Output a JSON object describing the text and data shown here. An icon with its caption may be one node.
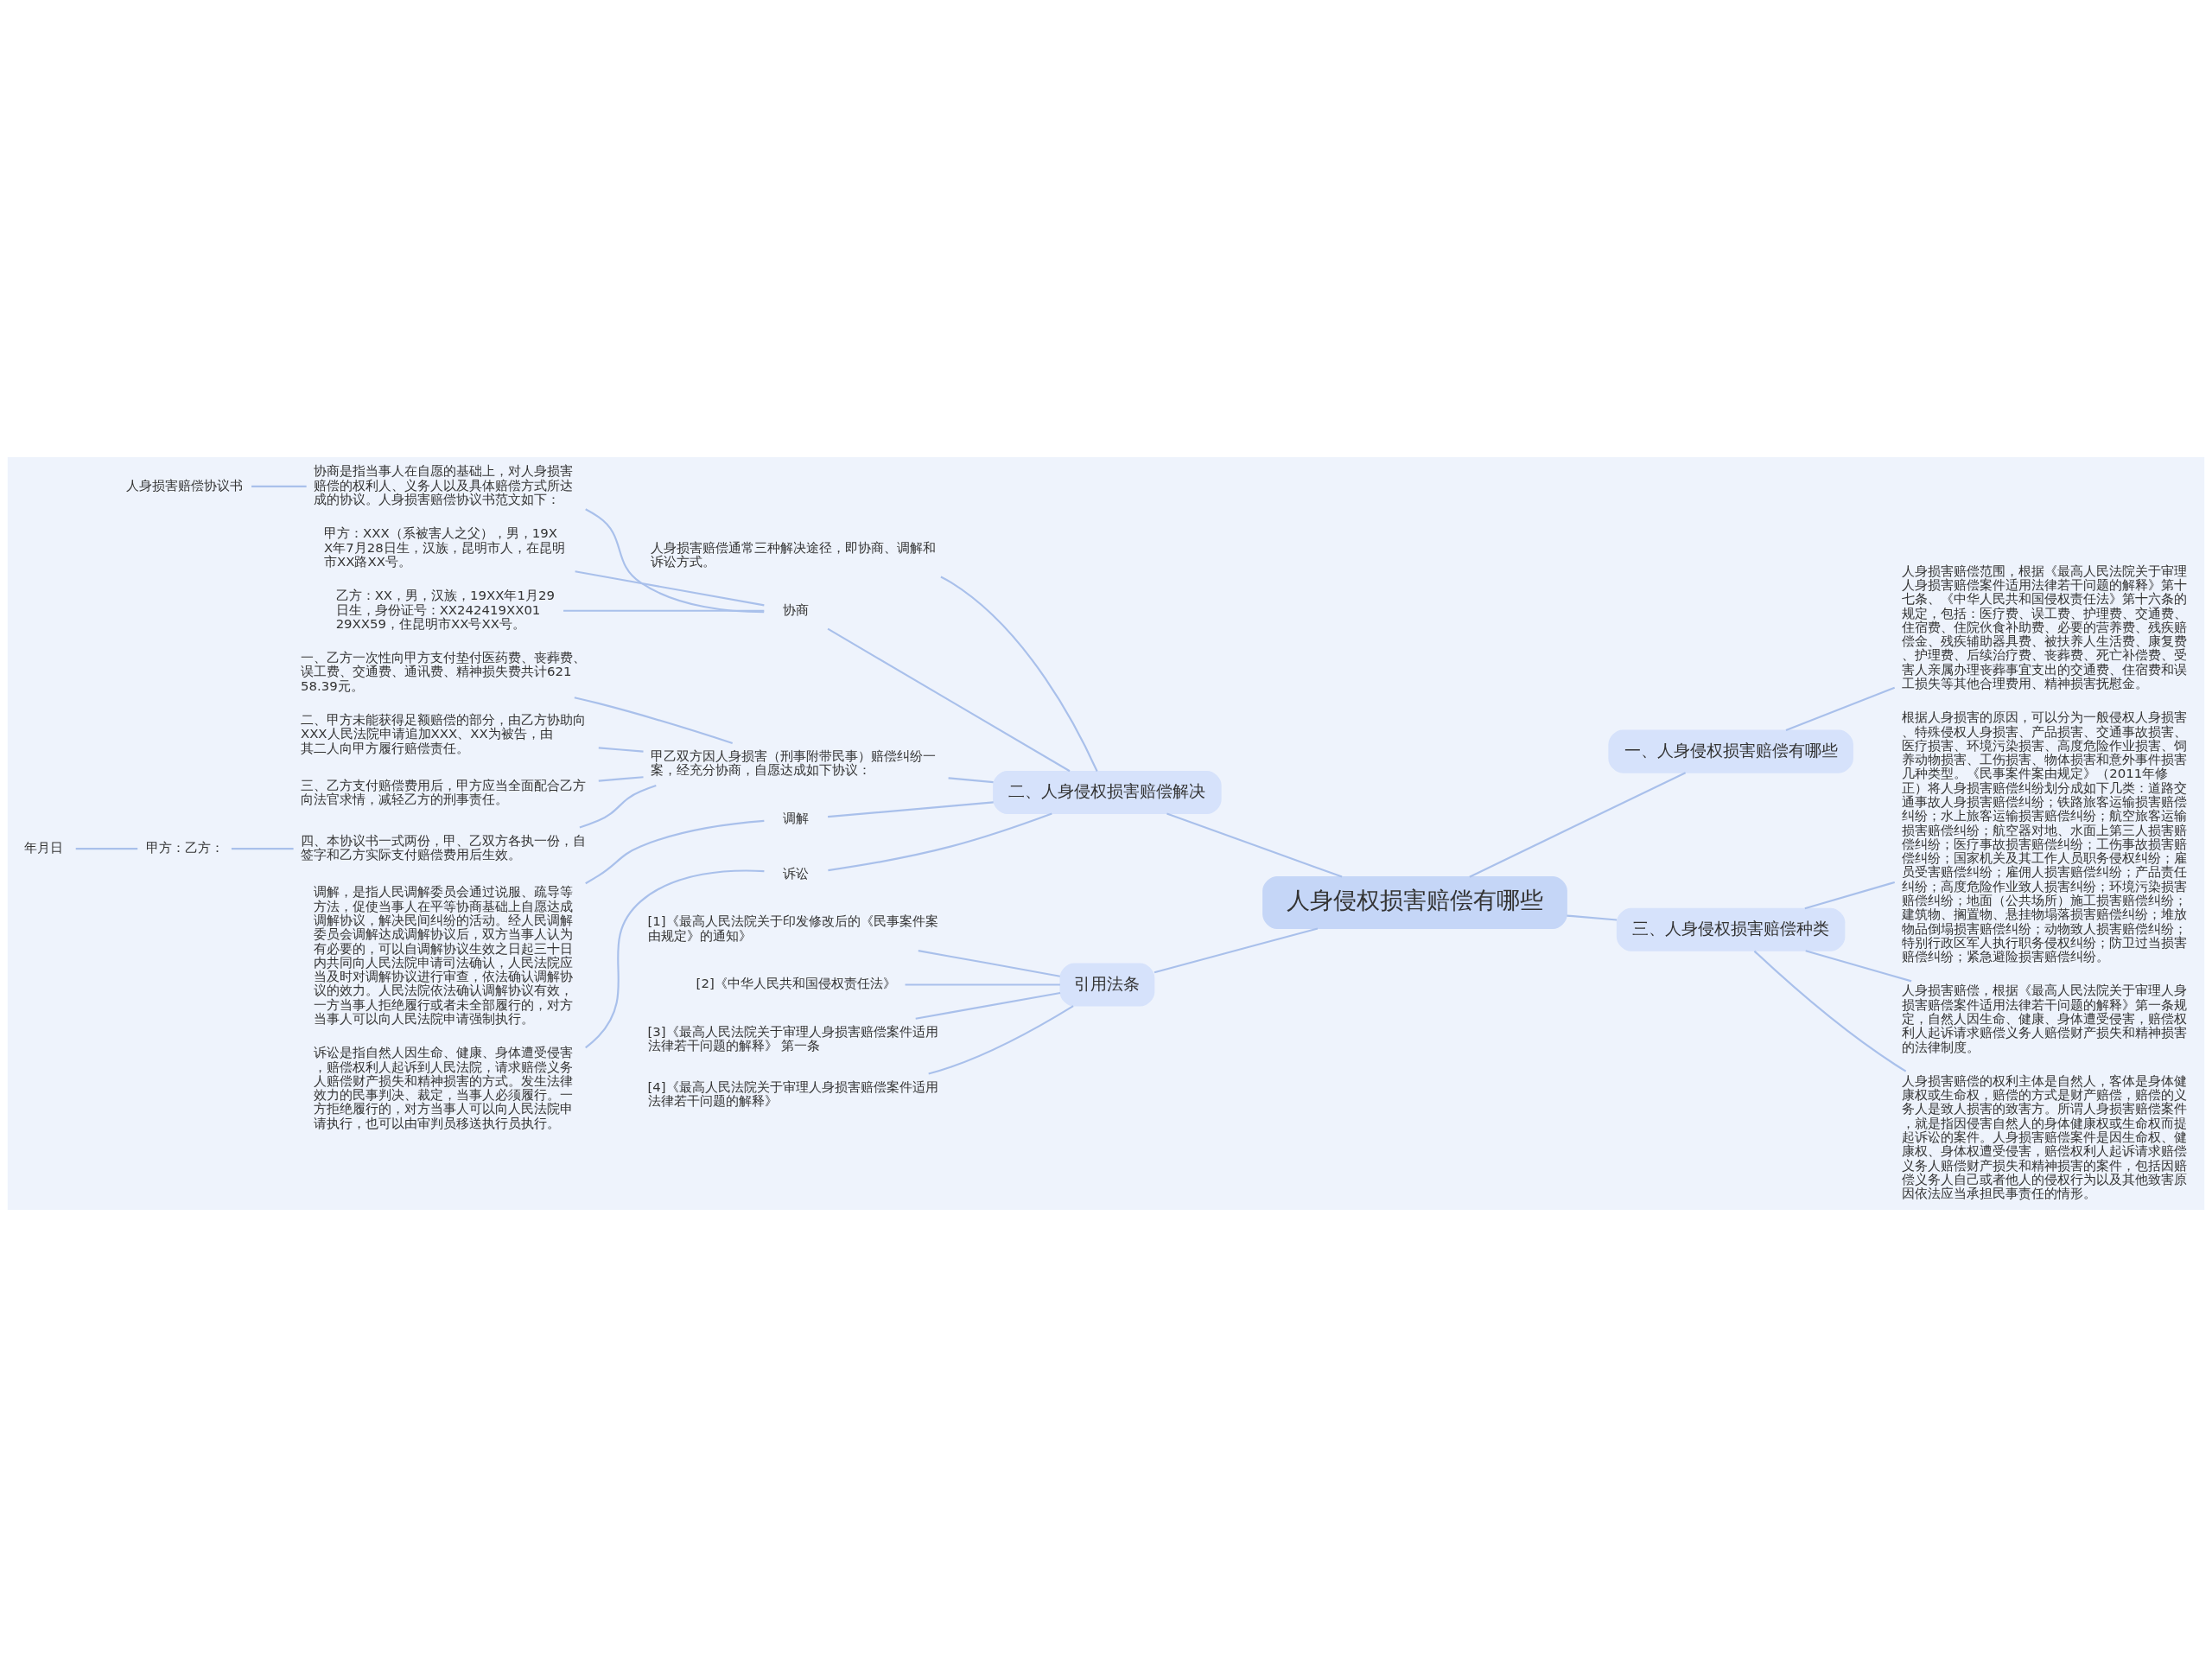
{
  "diagram": {
    "nodes": [
      {
        "text": [
          "人身侵权损害赔偿有哪些"
        ]
      },
      {
        "text": [
          "二、人身侵权损害赔偿解决"
        ]
      },
      {
        "text": [
          "人身损害赔偿通常三种解决途径，即协商、调解和诉讼方式。"
        ]
      },
      {
        "text": [
          "协商"
        ]
      },
      {
        "text": [
          "协商是指当事人在自愿的基础上，对人身损害赔偿的权利人、义务人以及具体赔偿方式所达成的协议。人身损害赔偿协议书范文如下："
        ]
      },
      {
        "text": [
          "人身损害赔偿协议书"
        ]
      },
      {
        "text": [
          "甲方：XXX（系被害人之父），男，19XX年7月28日生，汉族，昆明市人，在昆明市XX路XX号。"
        ]
      },
      {
        "text": [
          "乙方：XX，男，汉族，19XX年1月29日生，身份证号：XX242419XX0129XX59，住昆明市XX号XX号。"
        ]
      },
      {
        "text": [
          "甲乙双方因人身损害（刑事附带民事）赔偿纠纷一案，经充分协商，自愿达成如下协议："
        ]
      },
      {
        "text": [
          "一、乙方一次性向甲方支付垫付医药费、丧葬费、误工费、交通费、通讯费、精神损失费共计62158.39元。"
        ]
      },
      {
        "text": [
          "二、甲方未能获得足额赔偿的部分，由乙方协助向XXX人民法院申请追加XXX、XX为被告，由其二人向甲方履行赔偿责任。"
        ]
      },
      {
        "text": [
          "三、乙方支付赔偿费用后，甲方应当全面配合乙方向法官求情，减轻乙方的刑事责任。"
        ]
      },
      {
        "text": [
          "四、本协议书一式两份，甲、乙双方各执一份，自签字和乙方实际支付赔偿费用后生效。"
        ]
      },
      {
        "text": [
          "甲方：乙方："
        ]
      },
      {
        "text": [
          "年月日"
        ]
      },
      {
        "text": [
          "调解"
        ]
      },
      {
        "text": [
          "调解，是指人民调解委员会通过说服、疏导等方法，促使当事人在平等协商基础上自愿达成调解协议，解决民间纠纷的活动。经人民调解委员会调解达成调解协议后，双方当事人认为有必要的，可以自调解协议生效之日起三十日内共同向人民法院申请司法确认，人民法院应当及时对调解协议进行审查，依法确认调解协议的效力。人民法院依法确认调解协议有效，一方当事人拒绝履行或者未全部履行的，对方当事人可以向人民法院申请强制执行。"
        ]
      },
      {
        "text": [
          "诉讼"
        ]
      },
      {
        "text": [
          "诉讼是指自然人因生命、健康、身体遭受侵害，赔偿权利人起诉到人民法院，请求赔偿义务人赔偿财产损失和精神损害的方式。发生法律效力的民事判决、裁定，当事人必须履行。一方拒绝履行的，对方当事人可以向人民法院申请执行，也可以由审判员移送执行员执行。"
        ]
      },
      {
        "text": [
          "引用法条"
        ]
      },
      {
        "text": [
          "[1]《最高人民法院关于印发修改后的《民事案件案由规定》的通知》"
        ]
      },
      {
        "text": [
          "[2]《中华人民共和国侵权责任法》"
        ]
      },
      {
        "text": [
          "[3]《最高人民法院关于审理人身损害赔偿案件适用法律若干问题的解释》 第一条"
        ]
      },
      {
        "text": [
          "[4]《最高人民法院关于审理人身损害赔偿案件适用法律若干问题的解释》"
        ]
      },
      {
        "text": [
          "一、人身侵权损害赔偿有哪些"
        ]
      },
      {
        "text": [
          "人身损害赔偿范围，根据《最高人民法院关于审理人身损害赔偿案件适用法律若干问题的解释》第十七条、《中华人民共和国侵权责任法》第十六条的规定，包括：医疗费、误工费、护理费、交通费、住宿费、住院伙食补助费、必要的营养费、残疾赔偿金、残疾辅助器具费、被扶养人生活费、康复费、护理费、后续治疗费、丧葬费、死亡补偿费、受害人亲属办理丧葬事宜支出的交通费、住宿费和误工损失等其他合理费用、精神损害抚慰金。"
        ]
      },
      {
        "text": [
          "三、人身侵权损害赔偿种类"
        ]
      },
      {
        "text": [
          "根据人身损害的原因，可以分为一般侵权人身损害、特殊侵权人身损害、产品损害、交通事故损害、医疗损害、环境污染损害、高度危险作业损害、饲养动物损害、工伤损害、物体损害和意外事件损害几种类型。《民事案件案由规定》（2011年修正）将人身损害赔偿纠纷划分成如下几类：道路交通事故人身损害赔偿纠纷；铁路旅客运输损害赔偿纠纷；水上旅客运输损害赔偿纠纷；航空旅客运输损害赔偿纠纷；航空器对地、水面上第三人损害赔偿纠纷；医疗事故损害赔偿纠纷；工伤事故损害赔偿纠纷；国家机关及其工作人员职务侵权纠纷；雇员受害赔偿纠纷；雇佣人损害赔偿纠纷；产品责任纠纷；高度危险作业致人损害纠纷；环境污染损害赔偿纠纷；地面（公共场所）施工损害赔偿纠纷；建筑物、搁置物、悬挂物塌落损害赔偿纠纷；堆放物品倒塌损害赔偿纠纷；动物致人损害赔偿纠纷；特别行政区军人执行职务侵权纠纷；防卫过当损害赔偿纠纷；紧急避险损害赔偿纠纷。"
        ]
      },
      {
        "text": [
          "人身损害赔偿，根据《最高人民法院关于审理人身损害赔偿案件适用法律若干问题的解释》第一条规定，自然人因生命、健康、身体遭受侵害，赔偿权利人起诉请求赔偿义务人赔偿财产损失和精神损害的法律制度。"
        ]
      },
      {
        "text": [
          "人身损害赔偿的权利主体是自然人，客体是身体健康权或生命权，赔偿的方式是财产赔偿，赔偿的义务人是致人损害的致害方。所谓人身损害赔偿案件，就是指因侵害自然人的身体健康权或生命权而提起诉讼的案件。人身损害赔偿案件是因生命权、健康权、身体权遭受侵害，赔偿权利人起诉请求赔偿义务人赔偿财产损失和精神损害的案件，包括因赔偿义务人自己或者他人的侵权行为以及其他致害原因依法应当承担民事责任的情形。"
        ]
      }
    ],
    "edges": [
      {
        "from": 0,
        "to": 1,
        "arrow": "none"
      },
      {
        "from": 1,
        "to": 2,
        "arrow": "none"
      },
      {
        "from": 1,
        "to": 3,
        "arrow": "none"
      },
      {
        "from": 3,
        "to": 4,
        "arrow": "none"
      },
      {
        "from": 4,
        "to": 5,
        "arrow": "none"
      },
      {
        "from": 3,
        "to": 6,
        "arrow": "none"
      },
      {
        "from": 3,
        "to": 7,
        "arrow": "none"
      },
      {
        "from": 1,
        "to": 8,
        "arrow": "none"
      },
      {
        "from": 8,
        "to": 9,
        "arrow": "none"
      },
      {
        "from": 8,
        "to": 10,
        "arrow": "none"
      },
      {
        "from": 8,
        "to": 11,
        "arrow": "none"
      },
      {
        "from": 8,
        "to": 12,
        "arrow": "none"
      },
      {
        "from": 12,
        "to": 13,
        "arrow": "none"
      },
      {
        "from": 13,
        "to": 14,
        "arrow": "none"
      },
      {
        "from": 1,
        "to": 15,
        "arrow": "none"
      },
      {
        "from": 15,
        "to": 16,
        "arrow": "none"
      },
      {
        "from": 1,
        "to": 17,
        "arrow": "none"
      },
      {
        "from": 17,
        "to": 18,
        "arrow": "none"
      },
      {
        "from": 0,
        "to": 19,
        "arrow": "none"
      },
      {
        "from": 19,
        "to": 20,
        "arrow": "none"
      },
      {
        "from": 19,
        "to": 21,
        "arrow": "none"
      },
      {
        "from": 19,
        "to": 22,
        "arrow": "none"
      },
      {
        "from": 19,
        "to": 23,
        "arrow": "none"
      },
      {
        "from": 0,
        "to": 24,
        "arrow": "none"
      },
      {
        "from": 24,
        "to": 25,
        "arrow": "none"
      },
      {
        "from": 0,
        "to": 26,
        "arrow": "none"
      },
      {
        "from": 26,
        "to": 27,
        "arrow": "none"
      },
      {
        "from": 26,
        "to": 28,
        "arrow": "none"
      },
      {
        "from": 26,
        "to": 29,
        "arrow": "none"
      }
    ]
  }
}
